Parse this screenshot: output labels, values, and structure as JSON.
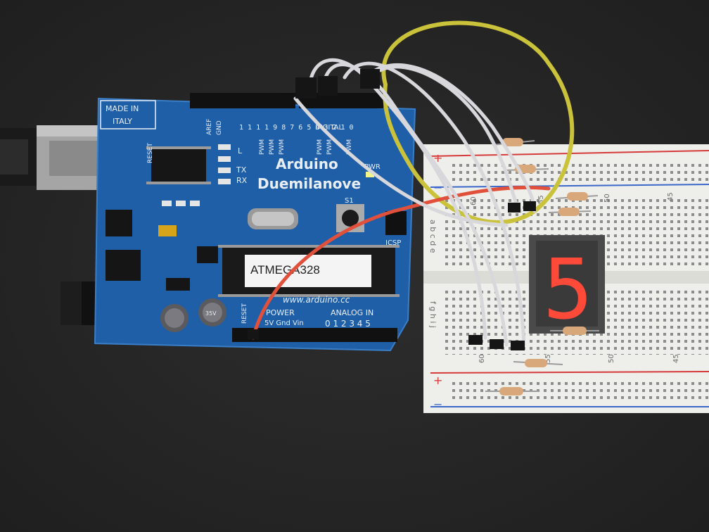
{
  "board": {
    "made_in_line1": "MADE IN",
    "made_in_line2": "ITALY",
    "brand": "Arduino",
    "model": "Duemilanove",
    "website": "www.arduino.cc",
    "digital_label": "DIGITAL",
    "pwm_label": "PWM",
    "pwr_label": "PWR",
    "tx_label": "TX",
    "rx_label": "RX",
    "l_label": "L",
    "s1_label": "S1",
    "icsp_label": "ICSP",
    "reset_label": "RESET",
    "aref_label": "AREF",
    "gnd_label": "GND",
    "power_label": "POWER",
    "power_pins": "5V Gnd Vin",
    "analog_label": "ANALOG IN",
    "analog_pins": "0 1 2 3 4 5",
    "digital_pins": "1 1 1 1 9 8   7 6 5 4 3 2 1 0",
    "chip_label": "ATMEGA328",
    "cap_label": "35V"
  },
  "breadboard": {
    "plus": "+",
    "minus": "−",
    "rows_top": "a b c d e",
    "rows_bottom": "f g h i j",
    "col_labels_top": [
      "60",
      "55",
      "50",
      "45"
    ],
    "col_labels_bottom": [
      "60",
      "55",
      "50",
      "45"
    ]
  },
  "display": {
    "digit": "5"
  },
  "colors": {
    "board": "#1f5fa8",
    "display_segment": "#ff4a3a",
    "wire_yellow": "#c9c23a",
    "wire_red": "#e0503a",
    "wire_white": "#d8d8dc"
  }
}
